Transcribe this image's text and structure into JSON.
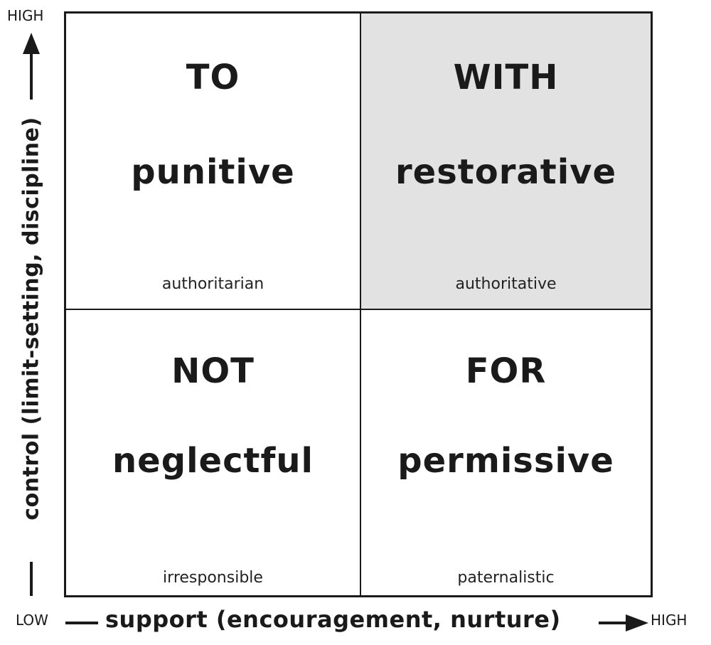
{
  "axes": {
    "y_high": "HIGH",
    "x_low": "LOW",
    "x_high": "HIGH",
    "y_label": "control (limit-setting, discipline)",
    "x_label": "support (encouragement, nurture)"
  },
  "quadrants": {
    "top_left": {
      "prep": "TO",
      "main": "punitive",
      "sub": "authoritarian"
    },
    "top_right": {
      "prep": "WITH",
      "main": "restorative",
      "sub": "authoritative",
      "fill": "#e2e2e2"
    },
    "bottom_left": {
      "prep": "NOT",
      "main": "neglectful",
      "sub": "irresponsible"
    },
    "bottom_right": {
      "prep": "FOR",
      "main": "permissive",
      "sub": "paternalistic"
    }
  }
}
